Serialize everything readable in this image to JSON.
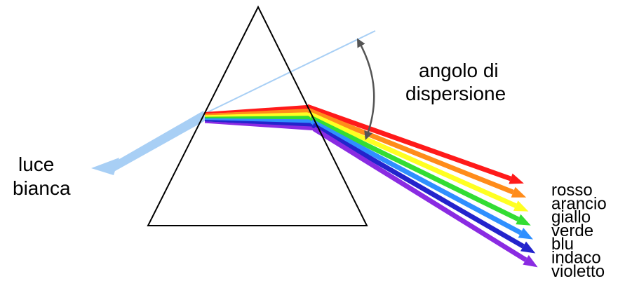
{
  "labels": {
    "incident_line1": "luce",
    "incident_line2": "bianca",
    "angle_line1": "angolo di",
    "angle_line2": "dispersione"
  },
  "spectrum": [
    {
      "name": "rosso",
      "color": "#ff1a1a"
    },
    {
      "name": "arancio",
      "color": "#ff8c1a"
    },
    {
      "name": "giallo",
      "color": "#ffff22"
    },
    {
      "name": "verde",
      "color": "#33dd33"
    },
    {
      "name": "blu",
      "color": "#2f8fff"
    },
    {
      "name": "indaco",
      "color": "#2323cc"
    },
    {
      "name": "violetto",
      "color": "#8a2be2"
    }
  ],
  "colors": {
    "white_light": "#a8cff5",
    "reference_line": "#a8cff5",
    "prism_outline": "#000000",
    "angle_arc": "#555555"
  }
}
